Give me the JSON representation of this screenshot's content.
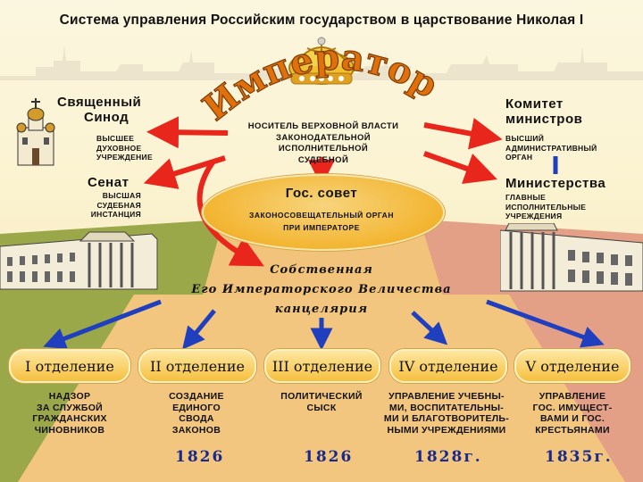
{
  "title": "Система управления Российским государством в царствование Николая I",
  "emperor": {
    "label": "Император"
  },
  "emperor_role": [
    "НОСИТЕЛЬ ВЕРХОВНОЙ ВЛАСТИ",
    "ЗАКОНОДАТЕЛЬНОЙ",
    "ИСПОЛНИТЕЛЬНОЙ",
    "СУДЕБНОЙ"
  ],
  "synod": {
    "name": [
      "Священный",
      "Синод"
    ],
    "desc": [
      "ВЫСШЕЕ",
      "ДУХОВНОЕ",
      "УЧРЕЖДЕНИЕ"
    ]
  },
  "senate": {
    "name": "Сенат",
    "desc": [
      "ВЫСШАЯ",
      "СУДЕБНАЯ",
      "ИНСТАНЦИЯ"
    ]
  },
  "committee": {
    "name": [
      "Комитет",
      "министров"
    ],
    "desc": [
      "ВЫСШИЙ",
      "АДМИНИСТРАТИВНЫЙ",
      "ОРГАН"
    ]
  },
  "ministries": {
    "name": "Министерства",
    "desc": [
      "ГЛАВНЫЕ",
      "ИСПОЛНИТЕЛЬНЫЕ",
      "УЧРЕЖДЕНИЯ"
    ]
  },
  "state_council": {
    "name": "Гос. совет",
    "desc": [
      "ЗАКОНОСОВЕЩАТЕЛЬНЫЙ ОРГАН",
      "ПРИ ИМПЕРАТОРЕ"
    ]
  },
  "chancellery": [
    "Собственная",
    "Его Императорского Величества",
    "канцелярия"
  ],
  "departments": [
    {
      "label": "I отделение",
      "desc": [
        "НАДЗОР",
        "ЗА СЛУЖБОЙ",
        "ГРАЖДАНСКИХ",
        "ЧИНОВНИКОВ"
      ],
      "year": ""
    },
    {
      "label": "II отделение",
      "desc": [
        "СОЗДАНИЕ",
        "ЕДИНОГО",
        "СВОДА",
        "ЗАКОНОВ"
      ],
      "year": "1826"
    },
    {
      "label": "III отделение",
      "desc": [
        "ПОЛИТИЧЕСКИЙ",
        "СЫСК"
      ],
      "year": "1826"
    },
    {
      "label": "IV отделение",
      "desc": [
        "УПРАВЛЕНИЕ УЧЕБНЫ-",
        "МИ, ВОСПИТАТЕЛЬНЫ-",
        "МИ И БЛАГОТВОРИТЕЛЬ-",
        "НЫМИ УЧРЕЖДЕНИЯМИ"
      ],
      "year": "1828г."
    },
    {
      "label": "V отделение",
      "desc": [
        "УПРАВЛЕНИЕ",
        "ГОС. ИМУЩЕСТ-",
        "ВАМИ И ГОС.",
        "КРЕСТЬЯНАМИ"
      ],
      "year": "1835г."
    }
  ],
  "colors": {
    "red_arrow": "#e8261c",
    "blue_arrow": "#1f3fbf",
    "oval": "#f3b531",
    "year": "#1a2a8c"
  }
}
